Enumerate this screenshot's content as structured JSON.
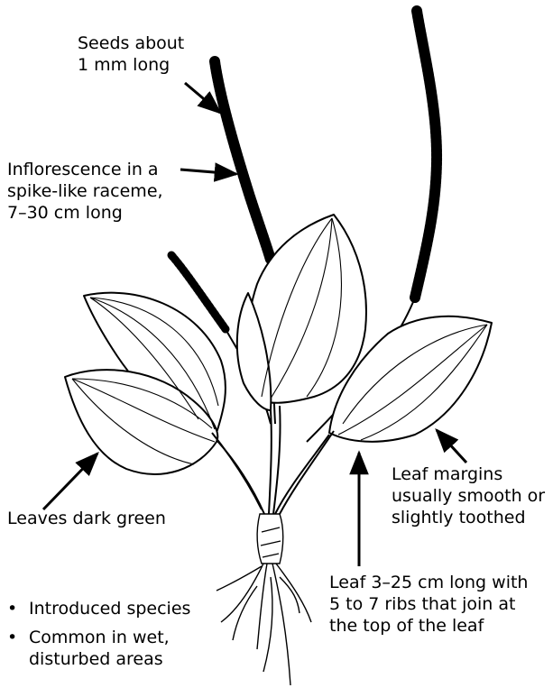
{
  "labels": {
    "seeds": [
      "Seeds about",
      "1 mm long"
    ],
    "inflorescence": [
      "Inflorescence in a",
      "spike-like raceme,",
      "7–30 cm long"
    ],
    "leaves_color": [
      "Leaves dark green"
    ],
    "leaf_margins": [
      "Leaf margins",
      "usually smooth or",
      "slightly toothed"
    ],
    "leaf_length": [
      "Leaf 3–25 cm long with",
      "5 to 7 ribs that join at",
      "the top of the leaf"
    ]
  },
  "bullets": [
    {
      "marker": "•",
      "lines": [
        "Introduced species"
      ]
    },
    {
      "marker": "•",
      "lines": [
        "Common in wet,",
        "disturbed areas"
      ]
    }
  ]
}
